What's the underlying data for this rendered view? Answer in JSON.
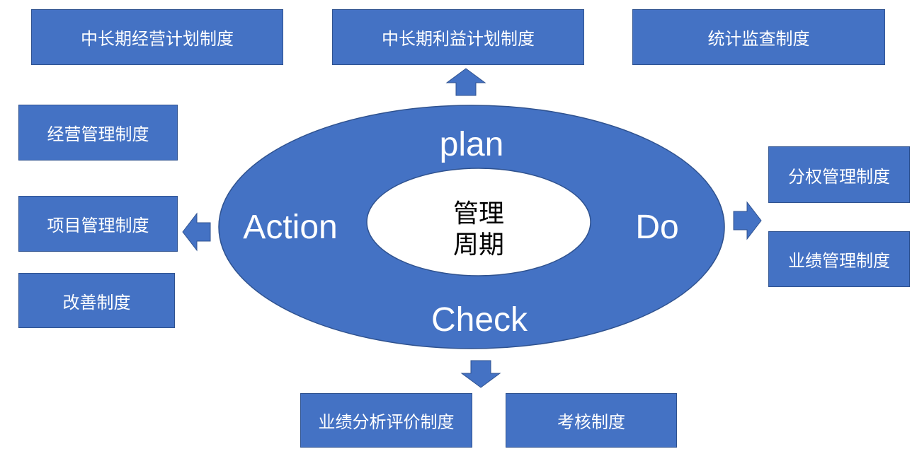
{
  "diagram": {
    "center": {
      "line1": "管理",
      "line2": "周期"
    },
    "phases": {
      "plan": "plan",
      "do": "Do",
      "check": "Check",
      "action": "Action"
    },
    "plan_boxes": [
      "中长期经营计划制度",
      "中长期利益计划制度",
      "统计监查制度"
    ],
    "action_boxes": [
      "经营管理制度",
      "项目管理制度",
      "改善制度"
    ],
    "do_boxes": [
      "分权管理制度",
      "业绩管理制度"
    ],
    "check_boxes": [
      "业绩分析评价制度",
      "考核制度"
    ],
    "colors": {
      "box_fill": "#4472c4",
      "box_border": "#2f528f",
      "ring_fill": "#4472c4",
      "center_fill": "#ffffff"
    }
  }
}
